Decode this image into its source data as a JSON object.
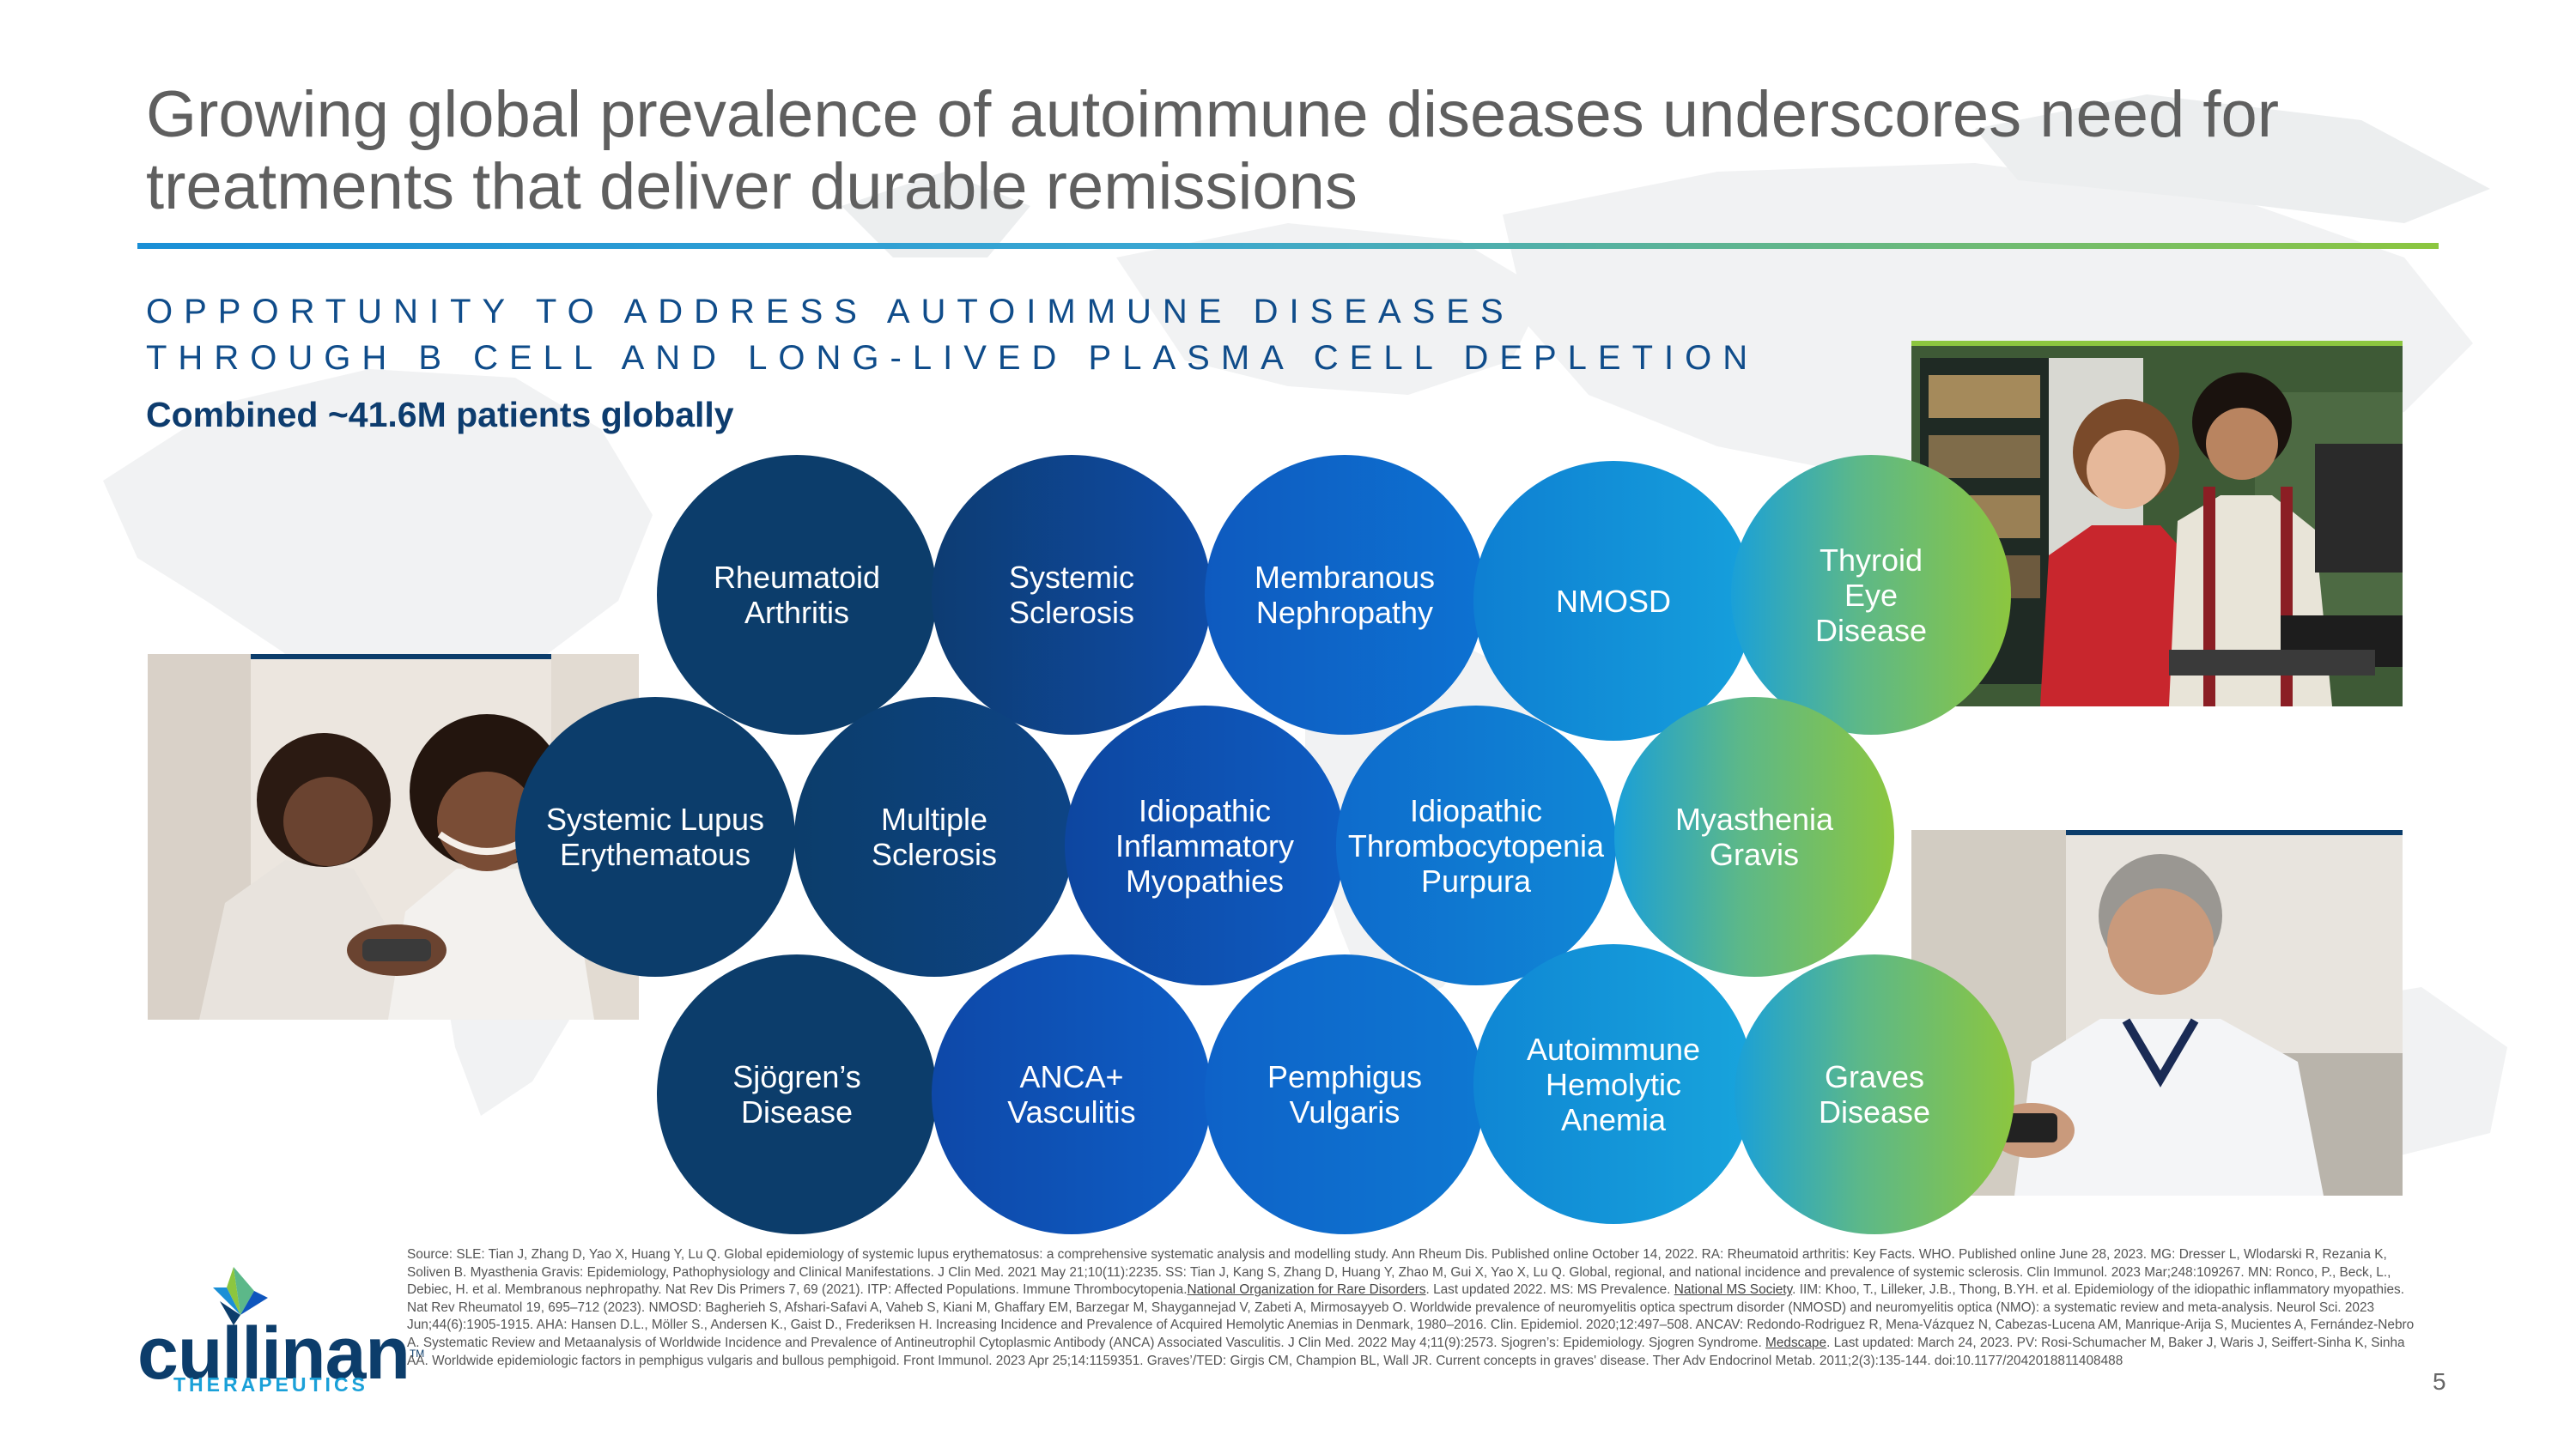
{
  "title": "Growing global prevalence of autoimmune diseases underscores need for treatments that deliver durable remissions",
  "kicker": {
    "line1": "OPPORTUNITY TO ADDRESS AUTOIMMUNE DISEASES",
    "line2": "THROUGH B CELL AND LONG-LIVED PLASMA CELL DEPLETION"
  },
  "subhead": "Combined ~41.6M patients globally",
  "diseases": [
    {
      "line1": "Rheumatoid",
      "line2": "Arthritis",
      "line3": "",
      "color": "#0c3d6b"
    },
    {
      "line1": "Systemic",
      "line2": "Sclerosis",
      "line3": "",
      "color": "#0e48a0"
    },
    {
      "line1": "Membranous",
      "line2": "Nephropathy",
      "line3": "",
      "color": "#0d67c9"
    },
    {
      "line1": "NMOSD",
      "line2": "",
      "line3": "",
      "color": "#1191d8"
    },
    {
      "line1": "Thyroid",
      "line2": "Eye",
      "line3": "Disease",
      "color": "#8cc63f"
    },
    {
      "line1": "Systemic Lupus",
      "line2": "Erythematous",
      "line3": "",
      "color": "#0c3d6b"
    },
    {
      "line1": "Multiple",
      "line2": "Sclerosis",
      "line3": "",
      "color": "#0d417e"
    },
    {
      "line1": "Idiopathic",
      "line2": "Inflammatory",
      "line3": "Myopathies",
      "color": "#0e4fb0"
    },
    {
      "line1": "Idiopathic",
      "line2": "Thrombocytopenia",
      "line3": "Purpura",
      "color": "#0f78d0"
    },
    {
      "line1": "Myasthenia",
      "line2": "Gravis",
      "line3": "",
      "color": "#8cc63f"
    },
    {
      "line1": "Sjögren’s",
      "line2": "Disease",
      "line3": "",
      "color": "#0c3d6b"
    },
    {
      "line1": "ANCA+",
      "line2": "Vasculitis",
      "line3": "",
      "color": "#0e55bd"
    },
    {
      "line1": "Pemphigus",
      "line2": "Vulgaris",
      "line3": "",
      "color": "#0e6fce"
    },
    {
      "line1": "Autoimmune",
      "line2": "Hemolytic",
      "line3": "Anemia",
      "color": "#1491d8"
    },
    {
      "line1": "Graves",
      "line2": "Disease",
      "line3": "",
      "color": "#8cc63f"
    }
  ],
  "sources": {
    "part1": "Source: SLE: Tian J, Zhang D, Yao X, Huang Y, Lu Q. Global epidemiology of systemic lupus erythematosus: a comprehensive systematic analysis and modelling study. Ann Rheum Dis. Published online October 14, 2022. RA: Rheumatoid arthritis: Key Facts. WHO. Published online June 28, 2023. MG: Dresser L, Wlodarski R, Rezania K, Soliven B. Myasthenia Gravis: Epidemiology, Pathophysiology and Clinical Manifestations. J Clin Med. 2021 May 21;10(11):2235. SS: Tian J, Kang S, Zhang D, Huang Y, Zhao M, Gui X, Yao X, Lu Q. Global, regional, and national incidence and prevalence of systemic sclerosis. Clin Immunol. 2023 Mar;248:109267. MN: Ronco, P., Beck, L., Debiec, H. et al. Membranous nephropathy. Nat Rev Dis Primers 7, 69 (2021). ITP: Affected Populations. Immune Thrombocytopenia.",
    "link1": "National Organization for Rare Disorders",
    "part2": ". Last updated 2022. MS: MS Prevalence.",
    "link2": "National MS Society",
    "part3": ". IIM: Khoo, T., Lilleker, J.B., Thong, B.YH. et al. Epidemiology of the idiopathic inflammatory myopathies. Nat Rev Rheumatol 19, 695–712 (2023). NMOSD: Bagherieh S, Afshari-Safavi A, Vaheb S, Kiani M, Ghaffary EM, Barzegar M, Shaygannejad V, Zabeti A, Mirmosayyeb O. Worldwide prevalence of neuromyelitis optica spectrum disorder (NMOSD) and neuromyelitis optica (NMO): a systematic review and meta-analysis. Neurol Sci. 2023 Jun;44(6):1905-1915. AHA: Hansen D.L., Möller S., Andersen K., Gaist D., Frederiksen H. Increasing Incidence and Prevalence of Acquired Hemolytic Anemias in Denmark, 1980–2016. Clin. Epidemiol. 2020;12:497–508. ANCAV: Redondo-Rodriguez R, Mena-Vázquez N, Cabezas-Lucena AM, Manrique-Arija S, Mucientes A, Fernández-Nebro A. Systematic Review and Metaanalysis of Worldwide Incidence and Prevalence of Antineutrophil Cytoplasmic Antibody (ANCA) Associated Vasculitis. J Clin Med. 2022 May 4;11(9):2573. Sjogren’s: Epidemiology. Sjogren Syndrome.",
    "link3": "Medscape",
    "part4": ". Last updated: March 24, 2023. PV: Rosi-Schumacher M, Baker J, Waris J, Seiffert-Sinha K, Sinha AA. Worldwide epidemiologic factors in pemphigus vulgaris and bullous pemphigoid. Front Immunol. 2023 Apr 25;14:1159351. Graves’/TED: Girgis CM, Champion BL, Wall JR. Current concepts in graves' disease. Ther Adv Endocrinol Metab. 2011;2(3):135-144. doi:10.1177/2042018811408488"
  },
  "page_number": "5",
  "logo": {
    "wordmark": "cullinan",
    "tm": "TM",
    "tagline": "THERAPEUTICS"
  },
  "colors": {
    "navy": "#0c3d6b",
    "blue": "#0e55bd",
    "green": "#8cc63f",
    "title_gray": "#5f5f5f"
  }
}
